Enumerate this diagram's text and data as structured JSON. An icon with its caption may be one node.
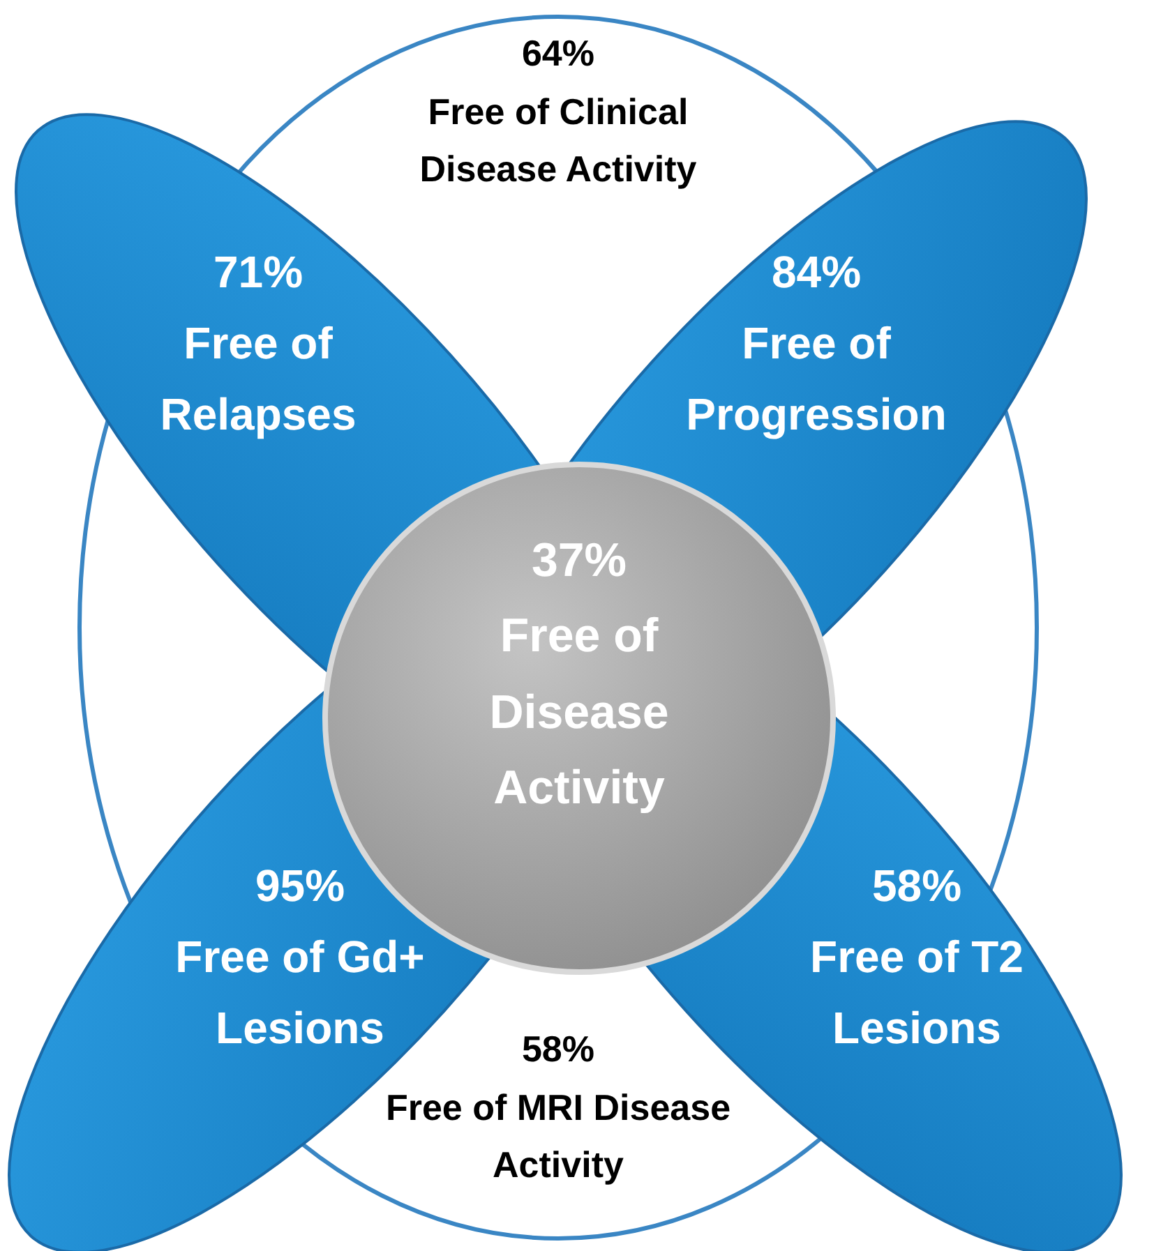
{
  "diagram": {
    "nodes": [
      {
        "text": [
          "64%",
          "Free of Clinical Disease Activity",
          "58%",
          "Free of MRI Disease Activity"
        ]
      },
      {
        "text": [
          "71%",
          "Free of Relapses"
        ]
      },
      {
        "text": [
          "84%",
          "Free of Progression"
        ]
      },
      {
        "text": [
          "95%",
          "Free of Gd+ Lesions"
        ]
      },
      {
        "text": [
          "58%",
          "Free of T2 Lesions"
        ]
      },
      {
        "text": [
          "37%",
          "Free of Disease Activity"
        ],
        "in": 0
      }
    ]
  }
}
